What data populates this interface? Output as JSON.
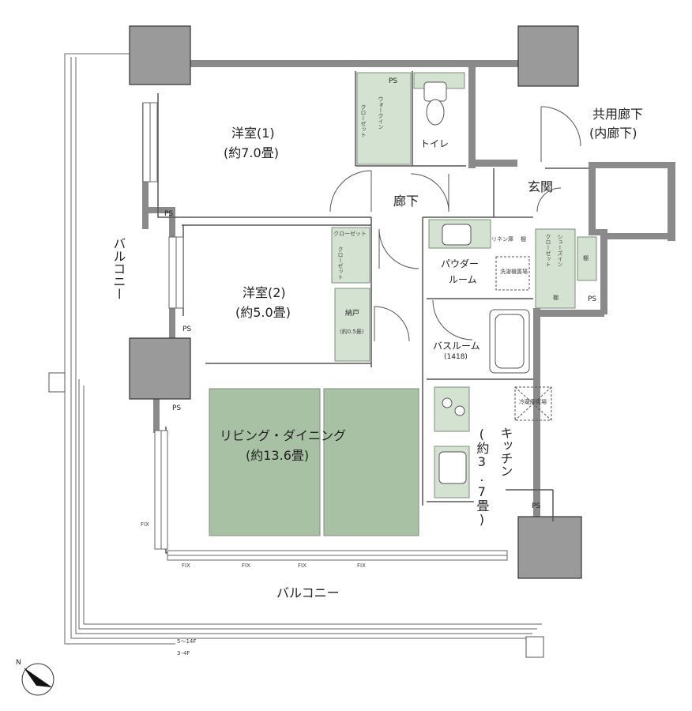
{
  "rooms": {
    "western1": {
      "name": "洋室(1)",
      "size": "(約7.0畳)"
    },
    "western2": {
      "name": "洋室(2)",
      "size": "(約5.0畳)"
    },
    "living": {
      "name": "リビング・ダイニング",
      "size": "(約13.6畳)"
    },
    "kitchen": {
      "name": "キッチン",
      "size": "(約3.7畳)"
    },
    "hallway": "廊下",
    "entrance": "玄関",
    "toilet": "トイレ",
    "powder": "パウダー",
    "powder2": "ルーム",
    "bath": "バスルーム",
    "bath_size": "(1418)",
    "storage": "納戸",
    "storage_size": "(約0.5畳)",
    "common_corridor": "共用廊下",
    "common_corridor_sub": "(内廊下)"
  },
  "fixtures": {
    "closet": "クローゼット",
    "walkin": "ウォークイン",
    "shoes_in": "シューズイン",
    "shelf": "棚",
    "linen": "リネン庫",
    "washer": "洗濯機置場",
    "fridge": "冷蔵庫置場",
    "ps": "PS",
    "fix": "FIX"
  },
  "balcony": {
    "label": "バルコニー",
    "label_side": "バルコニー"
  },
  "floors": {
    "upper": "5〜14F",
    "lower": "3･4F"
  },
  "compass": "N",
  "colors": {
    "wall": "#8a8a8a",
    "column": "#9a9a9a",
    "green": "#a8c1a4",
    "green_light": "#d4e2d1",
    "line": "#555555"
  }
}
